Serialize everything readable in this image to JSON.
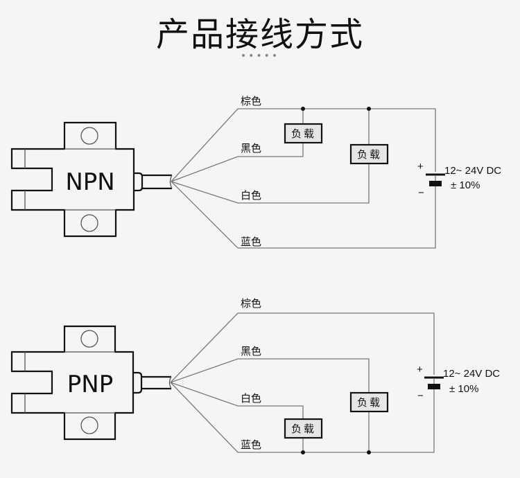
{
  "header": {
    "title": "产品接线方式",
    "decoration": "•••••"
  },
  "diagrams": [
    {
      "type": "NPN",
      "wires": [
        "棕色",
        "黑色",
        "白色",
        "蓝色"
      ],
      "loads": [
        "负载",
        "负载"
      ],
      "power": {
        "plus": "+",
        "minus": "−",
        "voltage": "12~ 24V DC",
        "tolerance": "± 10%"
      }
    },
    {
      "type": "PNP",
      "wires": [
        "棕色",
        "黑色",
        "白色",
        "蓝色"
      ],
      "loads": [
        "负载",
        "负载"
      ],
      "power": {
        "plus": "+",
        "minus": "−",
        "voltage": "12~ 24V DC",
        "tolerance": "± 10%"
      }
    }
  ]
}
